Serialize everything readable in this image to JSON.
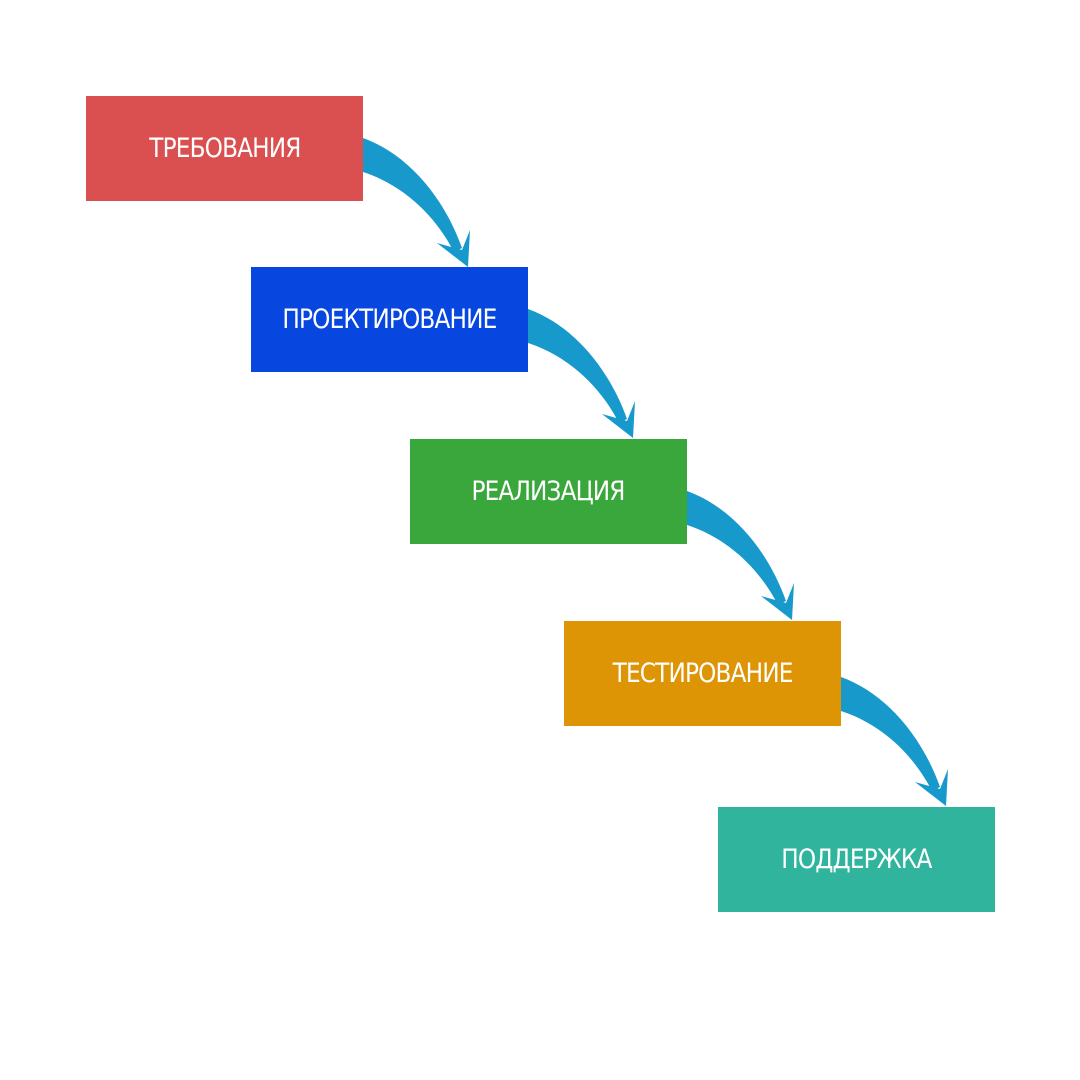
{
  "diagram": {
    "stages": [
      {
        "label": "ТРЕБОВАНИЯ",
        "color": "#da4f4f"
      },
      {
        "label": "ПРОЕКТИРОВАНИЕ",
        "color": "#0747e0"
      },
      {
        "label": "РЕАЛИЗАЦИЯ",
        "color": "#3aa73d"
      },
      {
        "label": "ТЕСТИРОВАНИЕ",
        "color": "#dd9405"
      },
      {
        "label": "ПОДДЕРЖКА",
        "color": "#31b49e"
      }
    ],
    "arrow_color": "#1899cc"
  }
}
